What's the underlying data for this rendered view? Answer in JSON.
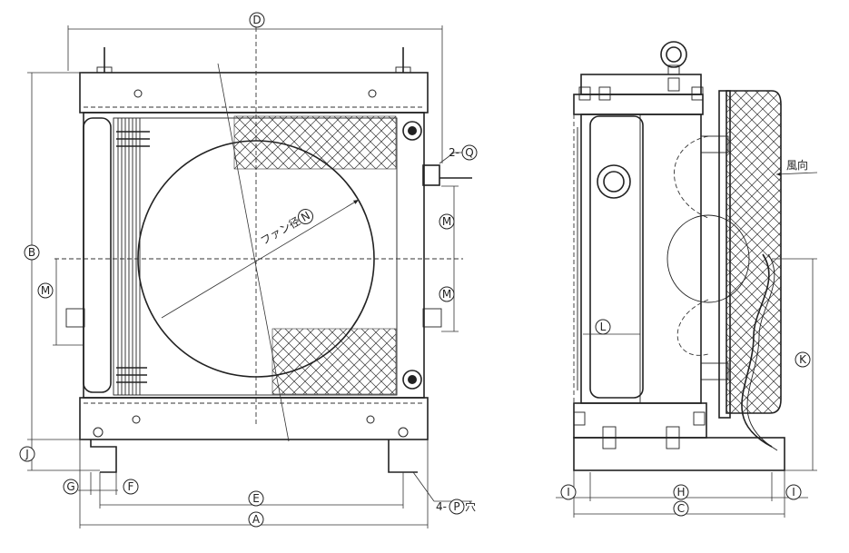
{
  "labels": {
    "A": "A",
    "B": "B",
    "C": "C",
    "D": "D",
    "E": "E",
    "F": "F",
    "G": "G",
    "H": "H",
    "I": "I",
    "J": "J",
    "K": "K",
    "L": "L",
    "M": "M",
    "two_q_prefix": "2-",
    "Q": "Q",
    "four_p_prefix": "4-",
    "P": "P",
    "P_suffix": "穴",
    "fan_dia_text": "ファン径",
    "N": "N",
    "airflow": "風向"
  }
}
